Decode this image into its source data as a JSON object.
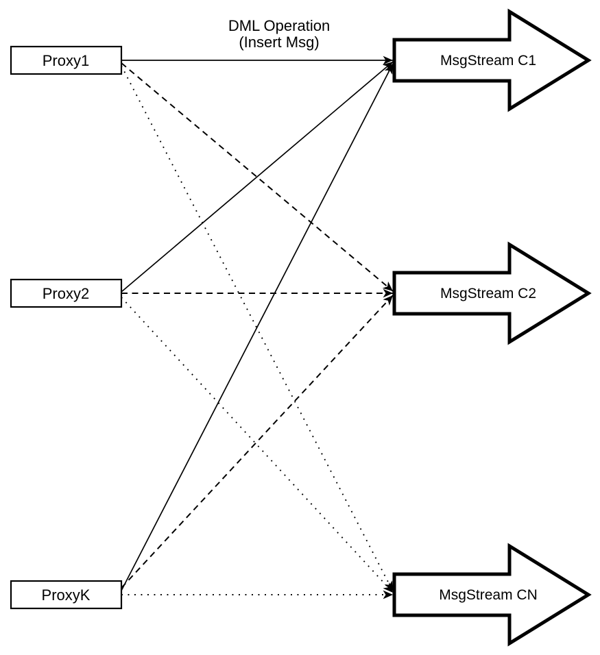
{
  "title": {
    "line1": "DML Operation",
    "line2": "(Insert Msg)"
  },
  "proxies": [
    {
      "label": "Proxy1"
    },
    {
      "label": "Proxy2"
    },
    {
      "label": "ProxyK"
    }
  ],
  "streams": [
    {
      "label": "MsgStream C1"
    },
    {
      "label": "MsgStream C2"
    },
    {
      "label": "MsgStream CN"
    }
  ],
  "edges": [
    {
      "from": "Proxy1",
      "to": "MsgStream C1",
      "style": "solid"
    },
    {
      "from": "Proxy2",
      "to": "MsgStream C1",
      "style": "solid"
    },
    {
      "from": "ProxyK",
      "to": "MsgStream C1",
      "style": "solid"
    },
    {
      "from": "Proxy1",
      "to": "MsgStream C2",
      "style": "dashed"
    },
    {
      "from": "Proxy2",
      "to": "MsgStream C2",
      "style": "dashed"
    },
    {
      "from": "ProxyK",
      "to": "MsgStream C2",
      "style": "dashed"
    },
    {
      "from": "Proxy1",
      "to": "MsgStream CN",
      "style": "dotted"
    },
    {
      "from": "Proxy2",
      "to": "MsgStream CN",
      "style": "dotted"
    },
    {
      "from": "ProxyK",
      "to": "MsgStream CN",
      "style": "dotted"
    }
  ],
  "colors": {
    "line": "#000000",
    "shape_fill": "#ffffff",
    "background": "#ffffff"
  }
}
